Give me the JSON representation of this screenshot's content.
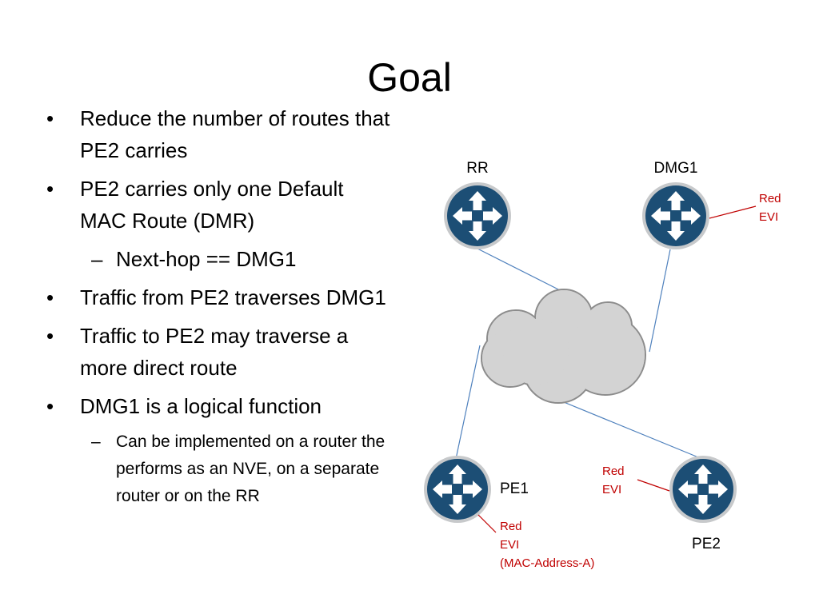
{
  "title": "Goal",
  "bullets": [
    {
      "text": "Reduce the number of routes that PE2 carries"
    },
    {
      "text": "PE2 carries only one Default MAC Route (DMR)",
      "sub": [
        {
          "text": "Next-hop == DMG1"
        }
      ]
    },
    {
      "text": "Traffic from PE2 traverses DMG1"
    },
    {
      "text": "Traffic to PE2 may traverse a more direct route"
    },
    {
      "text": "DMG1 is a logical function",
      "sub": [
        {
          "text": "Can be implemented on a router the performs as an NVE, on a separate router or on the RR",
          "small": true
        }
      ]
    }
  ],
  "diagram": {
    "nodes": {
      "rr": "RR",
      "dmg1": "DMG1",
      "pe1": "PE1",
      "pe2": "PE2"
    },
    "annotations": {
      "dmg1": [
        "Red",
        "EVI"
      ],
      "pe2": [
        "Red",
        "EVI"
      ],
      "pe1": [
        "Red",
        "EVI",
        "(MAC-Address-A)"
      ]
    },
    "colors": {
      "router_fill": "#1c4e75",
      "router_ring": "#c7c9cb",
      "link": "#4f81bd",
      "cloud_fill": "#d3d3d3",
      "cloud_stroke": "#8c8c8c",
      "annotation": "#c00000"
    },
    "icons": {
      "router": "router-arrows-icon",
      "cloud": "network-cloud-icon"
    }
  }
}
